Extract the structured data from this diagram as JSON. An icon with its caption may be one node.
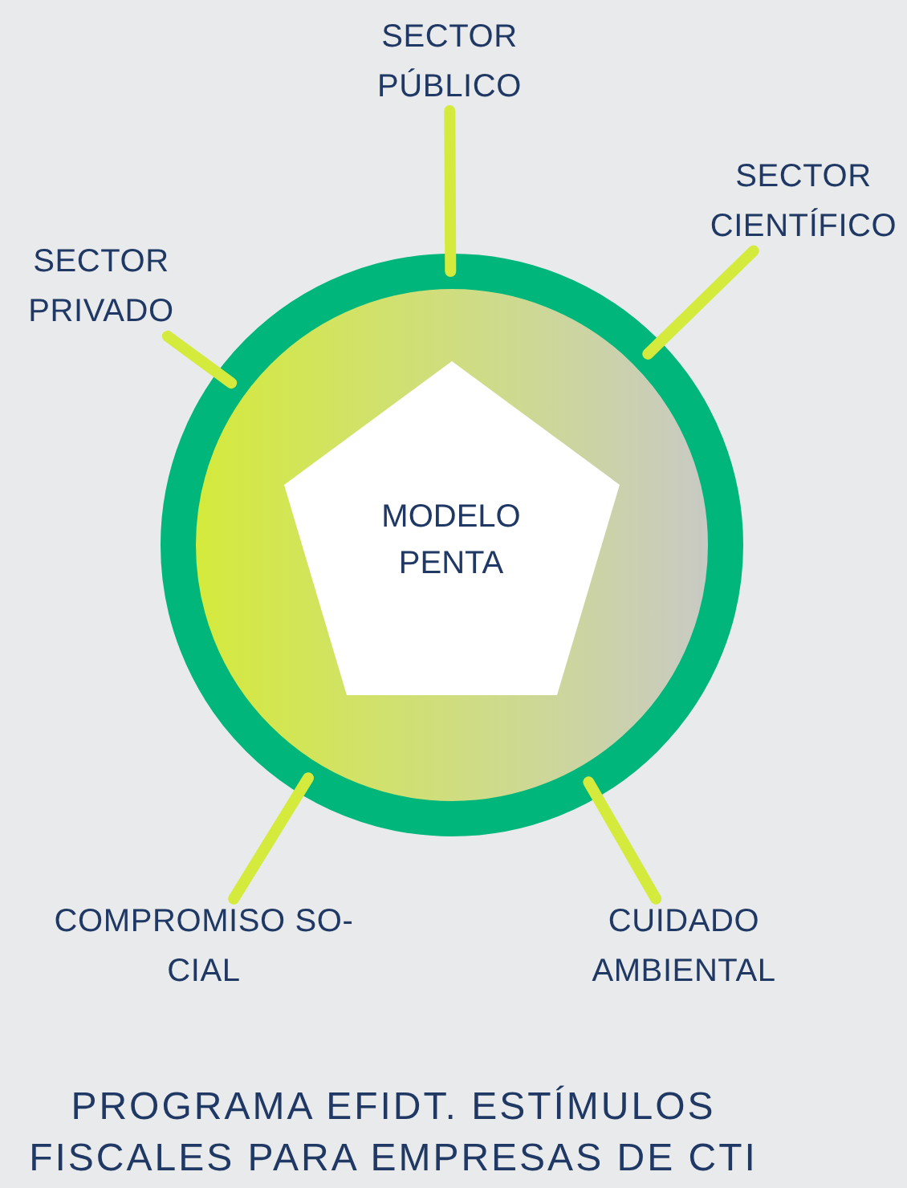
{
  "diagram": {
    "title": "PROGRAMA EFIDT. ESTÍMULOS FISCALES PARA EMPRESAS DE CTI",
    "nodes": [
      {
        "text": [
          "SECTOR PÚBLICO"
        ]
      },
      {
        "text": [
          "SECTOR PRIVADO"
        ]
      },
      {
        "text": [
          "SECTOR CIENTÍFICO"
        ]
      },
      {
        "text": [],
        "shape": "circle"
      },
      {
        "text": [
          "MODELO PENTA"
        ],
        "in": 3
      },
      {
        "text": [
          "COMPROMISO SO- CIAL"
        ]
      },
      {
        "text": [
          "CUIDADO AMBIENTAL"
        ]
      }
    ],
    "edges": [
      {
        "from": 0,
        "to": 3,
        "arrow": "none"
      },
      {
        "from": 1,
        "to": 3,
        "arrow": "none"
      },
      {
        "from": 2,
        "to": 3,
        "arrow": "none"
      },
      {
        "from": 3,
        "to": 5,
        "arrow": "none"
      },
      {
        "from": 3,
        "to": 6,
        "arrow": "none"
      }
    ]
  }
}
